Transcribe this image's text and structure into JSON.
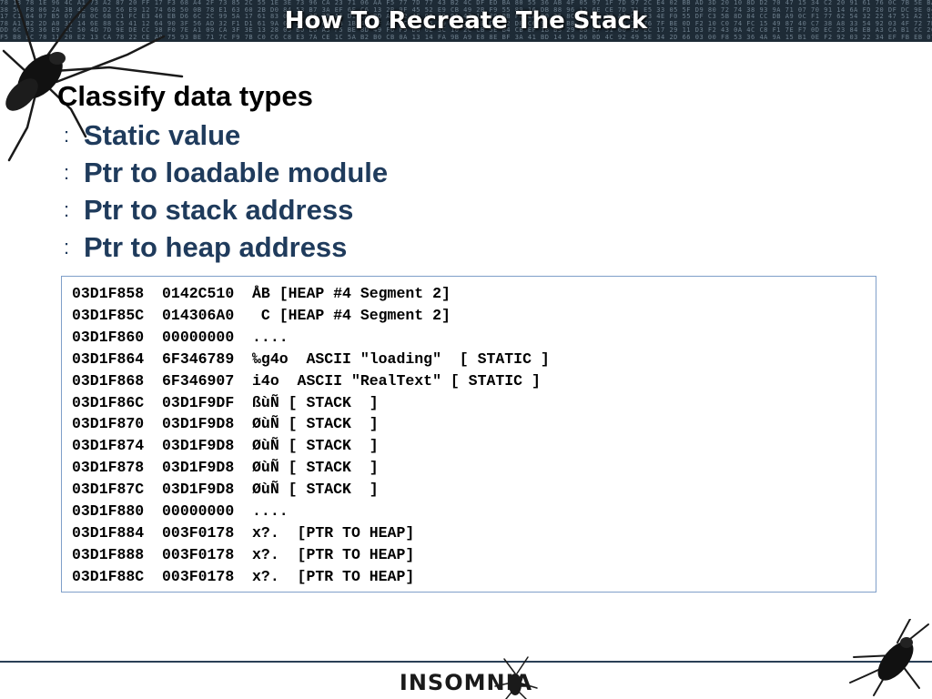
{
  "slide": {
    "title": "How To Recreate The Stack",
    "heading": "Classify data types",
    "bullet_marker": ":",
    "bullets": [
      "Static value",
      "Ptr to loadable module",
      "Ptr to stack address",
      "Ptr to heap address"
    ]
  },
  "stack_dump": {
    "rows": [
      "03D1F858  0142C510  ÅB [HEAP #4 Segment 2]",
      "03D1F85C  014306A0   C [HEAP #4 Segment 2]",
      "03D1F860  00000000  ....",
      "03D1F864  6F346789  ‰g4o  ASCII \"loading\"  [ STATIC ]",
      "03D1F868  6F346907  i4o  ASCII \"RealText\" [ STATIC ]",
      "03D1F86C  03D1F9DF  ßùÑ [ STACK  ]",
      "03D1F870  03D1F9D8  ØùÑ [ STACK  ]",
      "03D1F874  03D1F9D8  ØùÑ [ STACK  ]",
      "03D1F878  03D1F9D8  ØùÑ [ STACK  ]",
      "03D1F87C  03D1F9D8  ØùÑ [ STACK  ]",
      "03D1F880  00000000  ....",
      "03D1F884  003F0178  x?.  [PTR TO HEAP]",
      "03D1F888  003F0178  x?.  [PTR TO HEAP]",
      "03D1F88C  003F0178  x?.  [PTR TO HEAP]"
    ]
  },
  "footer": {
    "logo_text": "INSOMNIA"
  },
  "colors": {
    "header_bg": "#1e2b36",
    "bullet_text": "#1f3b5c",
    "box_border": "#7f9fc9"
  }
}
